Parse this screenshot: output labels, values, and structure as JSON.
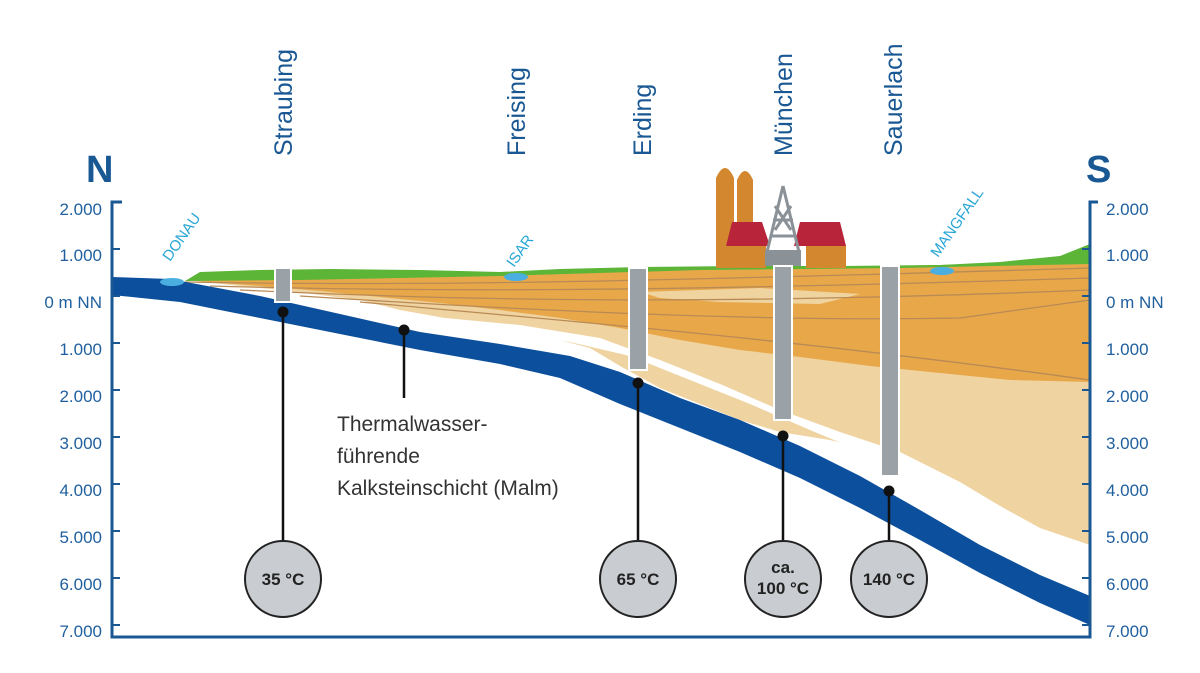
{
  "directions": {
    "north": "N",
    "south": "S"
  },
  "depth_labels": [
    "2.000",
    "1.000",
    "0 m NN",
    "1.000",
    "2.000",
    "3.000",
    "4.000",
    "5.000",
    "6.000",
    "7.000"
  ],
  "cities": [
    "Straubing",
    "Freising",
    "Erding",
    "München",
    "Sauerlach"
  ],
  "rivers": [
    "DONAU",
    "ISAR",
    "MANGFALL"
  ],
  "annotation": {
    "line1": "Thermalwasser-",
    "line2": "führende",
    "line3": "Kalksteinschicht (Malm)"
  },
  "temperatures": [
    {
      "line1": "35 °C",
      "line2": ""
    },
    {
      "line1": "65 °C",
      "line2": ""
    },
    {
      "line1": "ca.",
      "line2": "100 °C"
    },
    {
      "line1": "140 °C",
      "line2": ""
    }
  ],
  "colors": {
    "axis": "#1a5894",
    "aquifer": "#0c4f9c",
    "surface": "#5cb537",
    "layer_dark": "#e8a84a",
    "layer_light": "#efd3a0",
    "well": "#9aa1a7",
    "bubble": "#c9ccd0",
    "church_wall": "#d3882f",
    "church_roof": "#b8253a"
  },
  "icons": [
    "church-icon",
    "drilling-rig-icon"
  ]
}
